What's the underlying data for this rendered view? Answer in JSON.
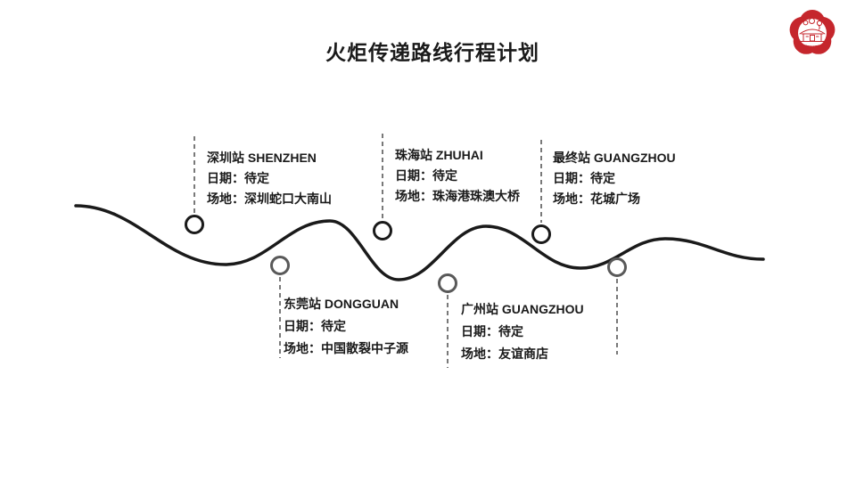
{
  "title": "火炬传递路线行程计划",
  "stations": [
    {
      "id": "shenzhen",
      "title": "深圳站 SHENZHEN",
      "date": "日期：待定",
      "venue": "场地：深圳蛇口大南山",
      "position": "top",
      "marker_color_key": "ink_black"
    },
    {
      "id": "dongguan",
      "title": "东莞站 DONGGUAN",
      "date": "日期：待定",
      "venue": "场地：中国散裂中子源",
      "position": "bottom",
      "marker_color_key": "marker_gray"
    },
    {
      "id": "zhuhai",
      "title": "珠海站 ZHUHAI",
      "date": "日期：待定",
      "venue": "场地：珠海港珠澳大桥",
      "position": "top",
      "marker_color_key": "ink_black"
    },
    {
      "id": "guangzhou",
      "title": "广州站 GUANGZHOU",
      "date": "日期：待定",
      "venue": "场地：友谊商店",
      "position": "bottom",
      "marker_color_key": "marker_gray"
    },
    {
      "id": "final",
      "title": "最终站 GUANGZHOU",
      "date": "日期：待定",
      "venue": "场地：花城广场",
      "position": "top",
      "marker_color_key": "ink_black"
    }
  ],
  "logo": {
    "icon": "plum-blossom-building-emblem"
  },
  "colors": {
    "background": "#ffffff",
    "ink_black": "#1a1a1a",
    "marker_gray": "#595959",
    "connector_gray": "#404040",
    "accent_red": "#c5262c"
  }
}
